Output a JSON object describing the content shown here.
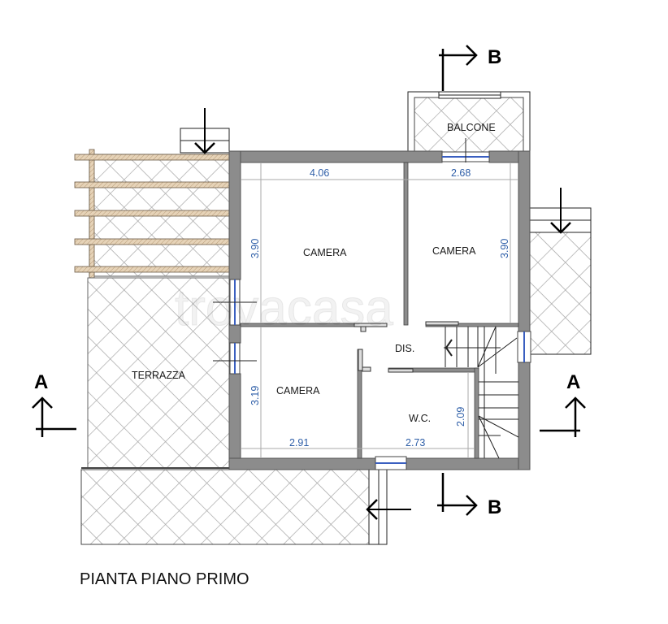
{
  "plan": {
    "title": "PIANTA PIANO PRIMO",
    "watermark": "trovacasa",
    "rooms": [
      {
        "label": "CAMERA",
        "width": "4.06",
        "depth": "3.90"
      },
      {
        "label": "CAMERA",
        "width": "2.68",
        "depth": "3.90"
      },
      {
        "label": "CAMERA",
        "width": "2.91",
        "depth": "3.19"
      },
      {
        "label": "W.C.",
        "width": "2.73",
        "depth": "2.09"
      },
      {
        "label": "DIS."
      }
    ],
    "outdoor": {
      "balcone": "BALCONE",
      "terrazza": "TERRAZZA"
    },
    "sections": {
      "a_left": "A",
      "a_right": "A",
      "b_top": "B",
      "b_bottom": "B"
    },
    "colors": {
      "wall": "#8c8c8c",
      "dimension": "#2f5fa8",
      "pergola": "#e4d2b8",
      "hatch": "#a8a8a8",
      "window": "#3a5fc0"
    }
  }
}
